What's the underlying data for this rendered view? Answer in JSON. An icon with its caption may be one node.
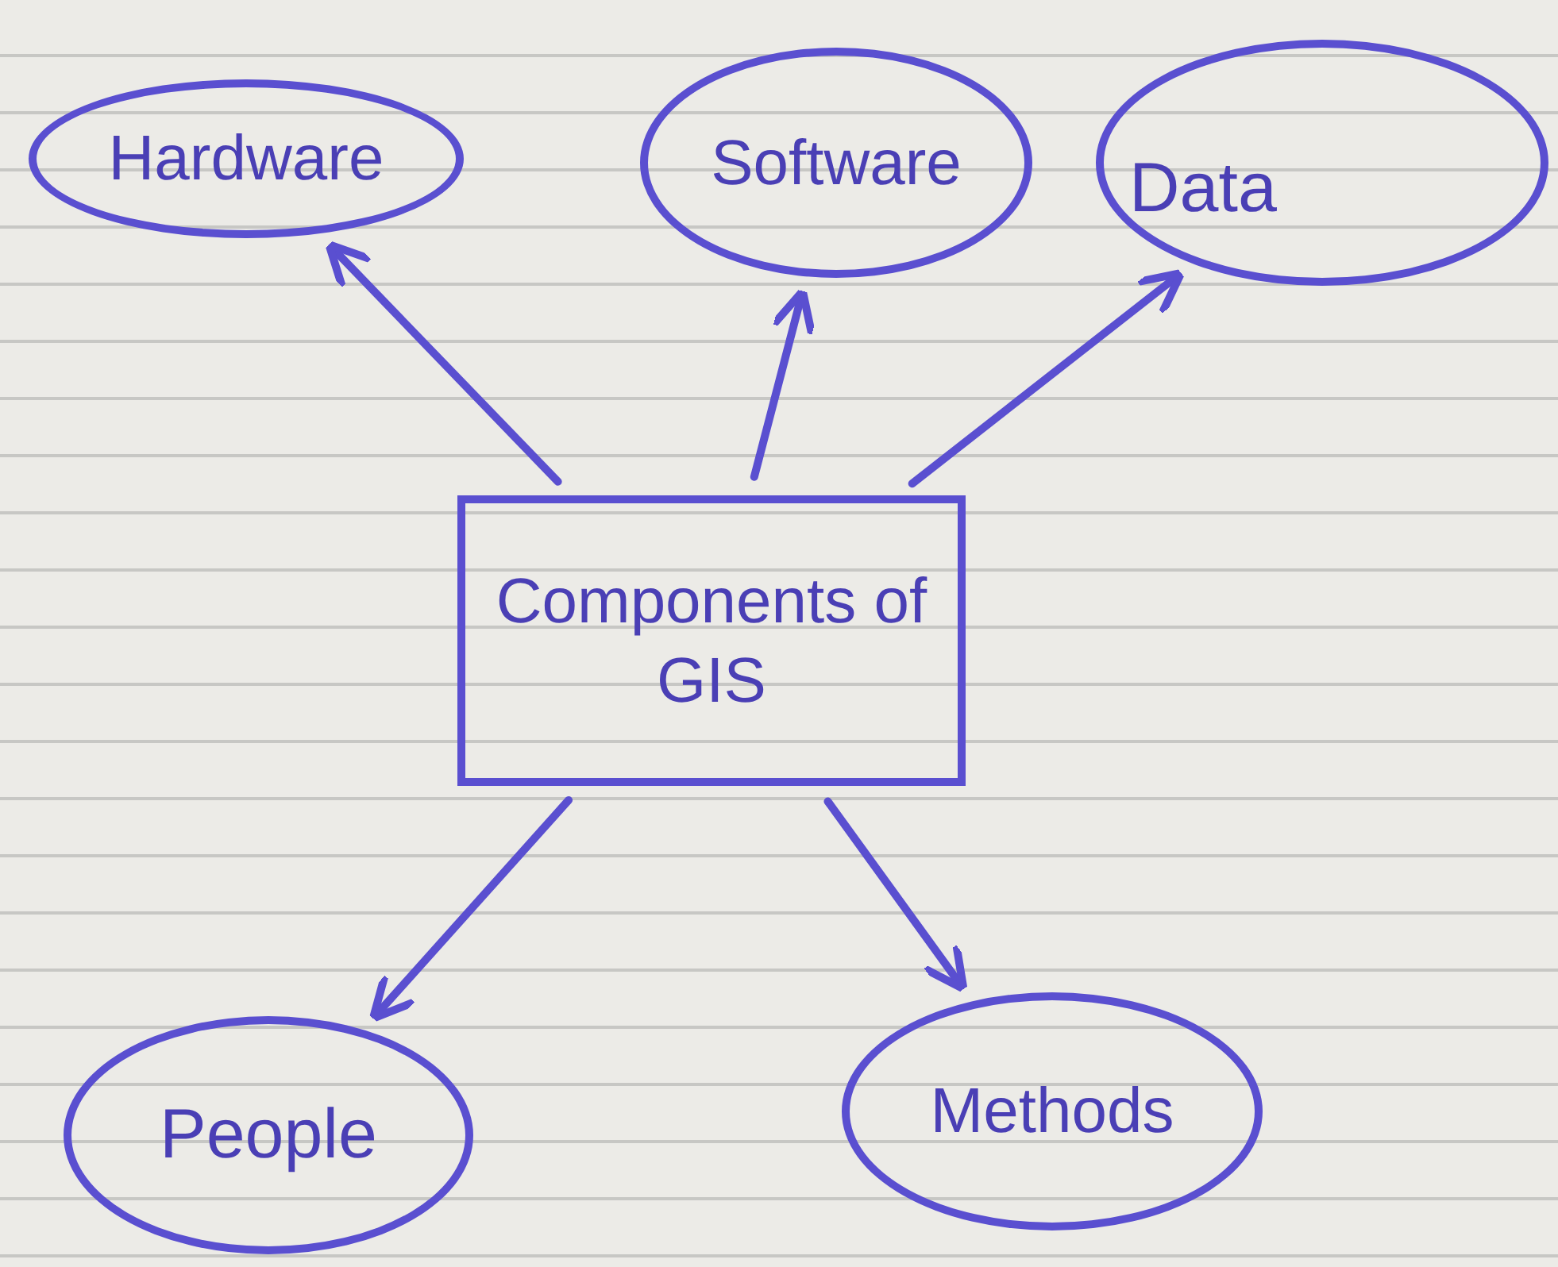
{
  "diagram": {
    "nodes": [
      {
        "text": [
          "Hardware"
        ]
      },
      {
        "text": [
          "Software"
        ]
      },
      {
        "text": [
          "Data"
        ]
      },
      {
        "text": [
          "Components of GIS"
        ]
      },
      {
        "text": [
          "People"
        ]
      },
      {
        "text": [
          "Methods"
        ]
      }
    ],
    "edges": [
      {
        "from": 3,
        "to": 0,
        "arrow": "to"
      },
      {
        "from": 3,
        "to": 1,
        "arrow": "to"
      },
      {
        "from": 3,
        "to": 2,
        "arrow": "to"
      },
      {
        "from": 3,
        "to": 4,
        "arrow": "to"
      },
      {
        "from": 3,
        "to": 5,
        "arrow": "to"
      }
    ]
  }
}
